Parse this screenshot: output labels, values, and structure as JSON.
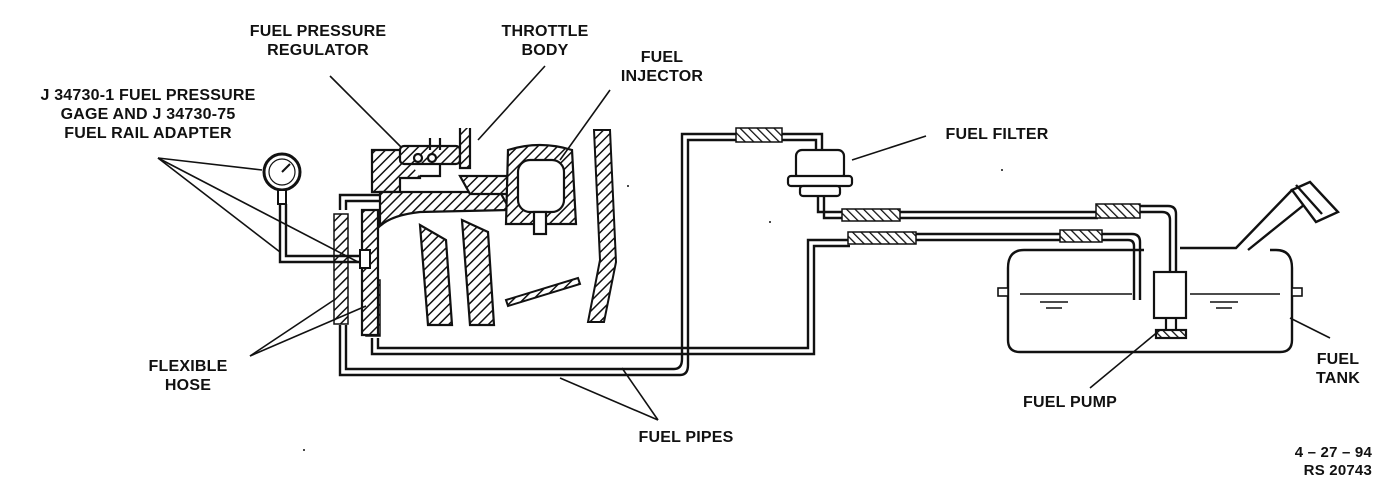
{
  "diagram": {
    "labels": {
      "fuel_pressure_regulator": [
        "FUEL PRESSURE",
        "REGULATOR"
      ],
      "throttle_body": [
        "THROTTLE",
        "BODY"
      ],
      "fuel_injector": [
        "FUEL",
        "INJECTOR"
      ],
      "gage_adapter": [
        "J 34730-1 FUEL PRESSURE",
        "GAGE AND J 34730-75",
        "FUEL RAIL ADAPTER"
      ],
      "fuel_filter": "FUEL FILTER",
      "flexible_hose": [
        "FLEXIBLE",
        "HOSE"
      ],
      "fuel_pipes": "FUEL PIPES",
      "fuel_pump": "FUEL PUMP",
      "fuel_tank": [
        "FUEL",
        "TANK"
      ]
    },
    "reference": [
      "4 – 27 – 94",
      "RS 20743"
    ]
  },
  "colors": {
    "ink": "#111111",
    "paper": "#ffffff"
  }
}
